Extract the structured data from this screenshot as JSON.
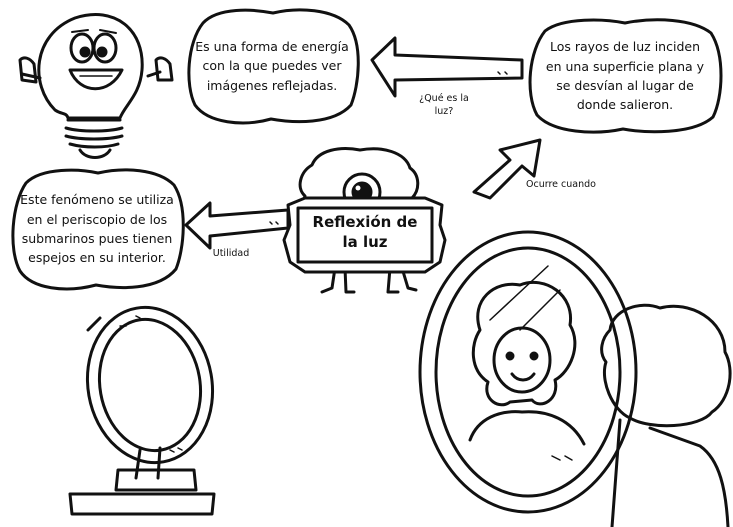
{
  "center_title": {
    "line1": "Reflexión de",
    "line2": "la luz"
  },
  "bubbles": {
    "definition": {
      "lines": [
        "Es una forma de energía",
        "con la que puedes ver",
        "imágenes reflejadas."
      ]
    },
    "occurs": {
      "lines": [
        "Los rayos de luz inciden",
        "en una superficie plana y",
        "se desvían al lugar de",
        "donde salieron."
      ]
    },
    "usage": {
      "lines": [
        "Este fenómeno se utiliza",
        "en el periscopio de los",
        "submarinos pues tienen",
        "espejos en su interior."
      ]
    }
  },
  "arrow_labels": {
    "what": {
      "line1": "¿Qué es la",
      "line2": "luz?"
    },
    "occurs": "Ocurre cuando",
    "usage": "Utilidad"
  },
  "icons": [
    "lightbulb-icon",
    "monster-icon",
    "hand-mirror-icon",
    "wall-mirror-icon"
  ]
}
